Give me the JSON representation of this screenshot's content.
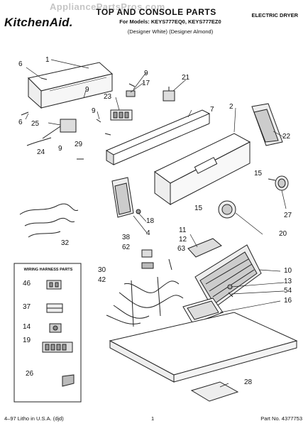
{
  "watermark": "AppliancePartsPros.com",
  "brand": "KitchenAid.",
  "title": "TOP AND CONSOLE PARTS",
  "subtitle": "For Models: KEYS777EQ0, KEYS777EZ0",
  "variant": "(Designer White)   (Designer Almond)",
  "product": "ELECTRIC DRYER",
  "harness_box_title": "WIRING HARNESS PARTS",
  "footer": {
    "left": "4–97 Litho in U.S.A. (djd)",
    "center": "1",
    "right": "Part No. 4377753"
  },
  "callouts": {
    "c1": "1",
    "c6a": "6",
    "c6b": "6",
    "c9a": "9",
    "c9b": "9",
    "c9c": "9",
    "c9d": "9",
    "c17": "17",
    "c21": "21",
    "c23": "23",
    "c7": "7",
    "c2": "2",
    "c22": "22",
    "c25": "25",
    "c24": "24",
    "c29": "29",
    "c15a": "15",
    "c15b": "15",
    "c27": "27",
    "c18": "18",
    "c4": "4",
    "c11": "11",
    "c12": "12",
    "c20": "20",
    "c38": "38",
    "c62": "62",
    "c63": "63",
    "c32": "32",
    "c10": "10",
    "c30": "30",
    "c42": "42",
    "c13": "13",
    "c54": "54",
    "c16": "16",
    "c46": "46",
    "c37": "37",
    "c14": "14",
    "c19": "19",
    "c26": "26",
    "c28": "28"
  }
}
